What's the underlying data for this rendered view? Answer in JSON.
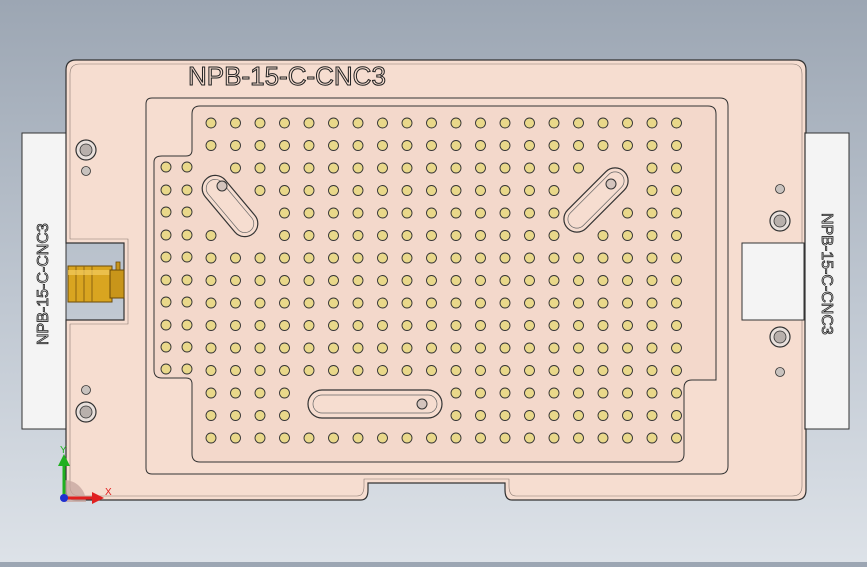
{
  "part": {
    "plate_label": "NPB-15-C-CNC3",
    "left_clamp_label": "NPB-15-C-CNC3",
    "right_clamp_label": "NPB-15-C-CNC3"
  },
  "triad": {
    "y_label": "Y",
    "x_label": "X"
  },
  "colors": {
    "plate": "#f6ddd0",
    "hole": "#e9d88a",
    "fitting": "#d9a520",
    "axis_x": "#e02020",
    "axis_y": "#20b020",
    "axis_z": "#2030d0"
  },
  "hole_grid": {
    "rows": 15,
    "cols": 20
  }
}
